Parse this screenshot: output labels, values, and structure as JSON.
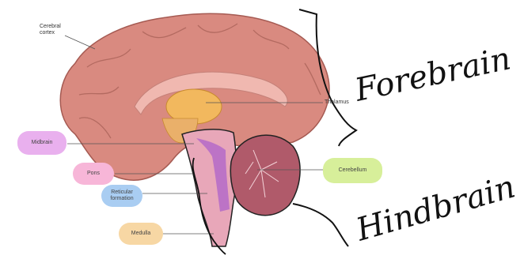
{
  "labels": {
    "cerebral_cortex": "Cerebral cortex",
    "thalamus": "Thalamus",
    "midbrain": "Midbrain",
    "pons": "Pons",
    "reticular_formation": "Reticular formation",
    "medulla": "Medulla",
    "cerebellum": "Cerebellum"
  },
  "handwritten": {
    "forebrain": "Forebrain",
    "hindbrain": "Hindbrain"
  },
  "colors": {
    "midbrain_pill": "#e9b0ee",
    "pons_pill": "#f7b6d8",
    "reticular_pill": "#a9cdf2",
    "medulla_pill": "#f7d7a4",
    "cerebellum_pill": "#d7ef9a",
    "brain_fill": "#d98a80",
    "thalamus_fill": "#f2b85e"
  }
}
